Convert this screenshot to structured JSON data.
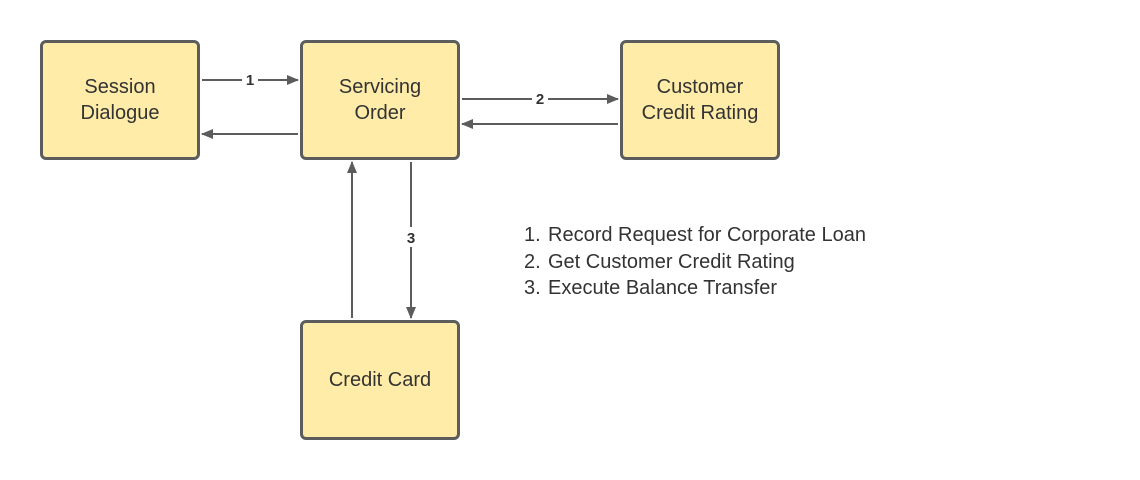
{
  "nodes": {
    "session_dialogue": {
      "lines": [
        "Session",
        "Dialogue"
      ]
    },
    "servicing_order": {
      "lines": [
        "Servicing",
        "Order"
      ]
    },
    "customer_credit_rating": {
      "lines": [
        "Customer",
        "Credit Rating"
      ]
    },
    "credit_card": {
      "lines": [
        "Credit Card"
      ]
    }
  },
  "edges": [
    {
      "from": "session_dialogue",
      "to": "servicing_order",
      "label": "1"
    },
    {
      "from": "servicing_order",
      "to": "session_dialogue",
      "label": ""
    },
    {
      "from": "servicing_order",
      "to": "customer_credit_rating",
      "label": "2"
    },
    {
      "from": "customer_credit_rating",
      "to": "servicing_order",
      "label": ""
    },
    {
      "from": "servicing_order",
      "to": "credit_card",
      "label": "3"
    },
    {
      "from": "credit_card",
      "to": "servicing_order",
      "label": ""
    }
  ],
  "legend": [
    {
      "num": "1.",
      "text": "Record Request for Corporate Loan"
    },
    {
      "num": "2.",
      "text": "Get Customer Credit Rating"
    },
    {
      "num": "3.",
      "text": "Execute Balance Transfer"
    }
  ],
  "colors": {
    "box_fill": "#ffeca9",
    "box_border": "#5c5c5c",
    "arrow": "#5c5c5c",
    "text": "#333333"
  }
}
